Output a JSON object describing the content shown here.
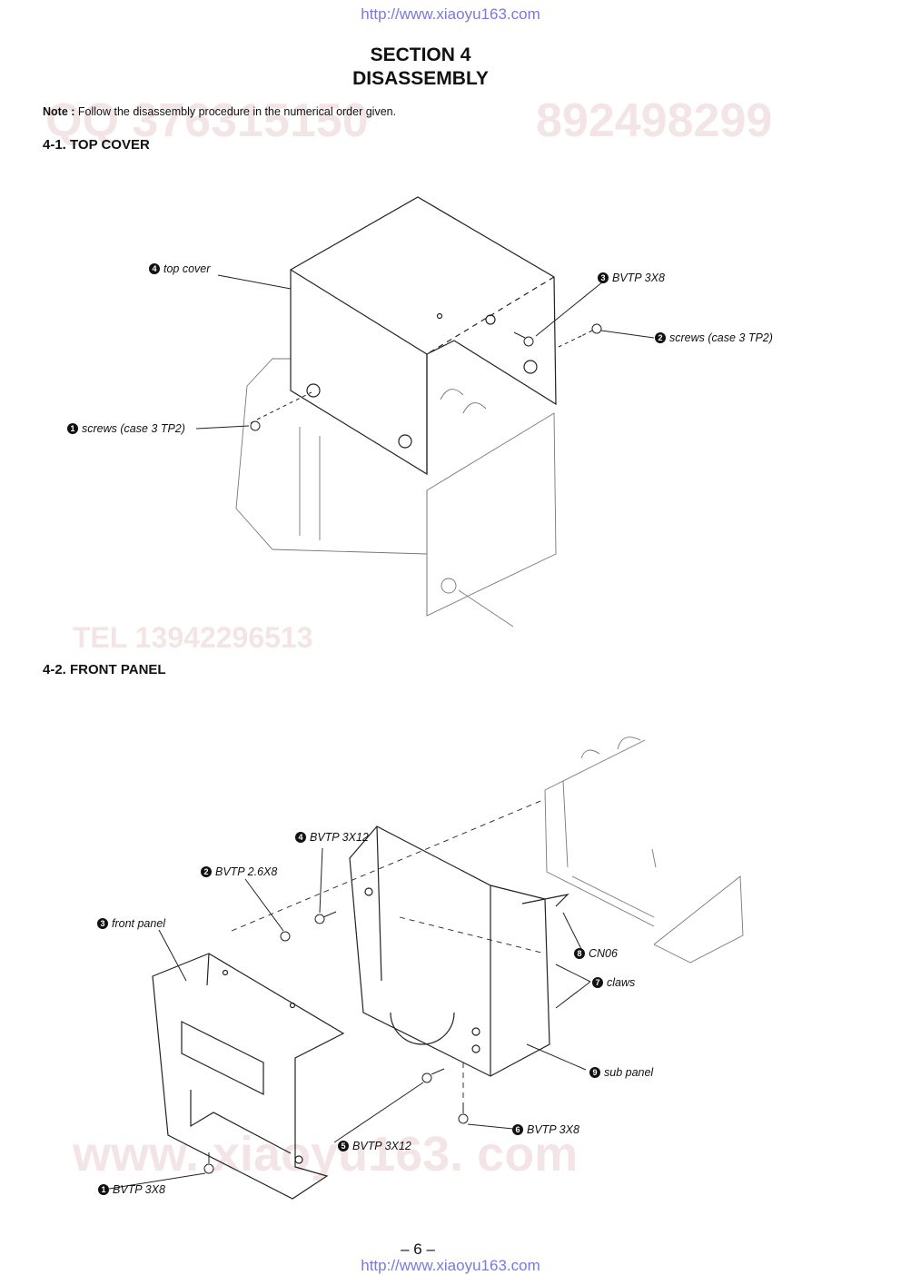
{
  "header_url": "http://www.xiaoyu163.com",
  "footer_url": "http://www.xiaoyu163.com",
  "section": "SECTION 4",
  "section_title": "DISASSEMBLY",
  "note": {
    "label": "Note :",
    "text": "Follow the disassembly procedure in the numerical order given."
  },
  "top_cover": {
    "heading": "4-1. TOP COVER",
    "callouts": [
      {
        "num": "4",
        "text": "top cover"
      },
      {
        "num": "3",
        "text": "BVTP 3X8"
      },
      {
        "num": "2",
        "text": "screws (case 3 TP2)"
      },
      {
        "num": "1",
        "text": "screws (case 3 TP2)"
      }
    ]
  },
  "front_panel": {
    "heading": "4-2. FRONT PANEL",
    "callouts": [
      {
        "num": "4",
        "text": "BVTP 3X12"
      },
      {
        "num": "2",
        "text": "BVTP 2.6X8"
      },
      {
        "num": "3",
        "text": "front panel"
      },
      {
        "num": "8",
        "text": "CN06"
      },
      {
        "num": "7",
        "text": "claws"
      },
      {
        "num": "9",
        "text": "sub panel"
      },
      {
        "num": "6",
        "text": "BVTP 3X8"
      },
      {
        "num": "5",
        "text": "BVTP 3X12"
      },
      {
        "num": "1",
        "text": "BVTP 3X8"
      }
    ]
  },
  "page_number": "– 6 –",
  "watermarks": {
    "qq": "QQ 376315150",
    "phone_num": "892498299",
    "tel": "TEL 13942296513",
    "site": "www. xiaoyu163. com"
  }
}
